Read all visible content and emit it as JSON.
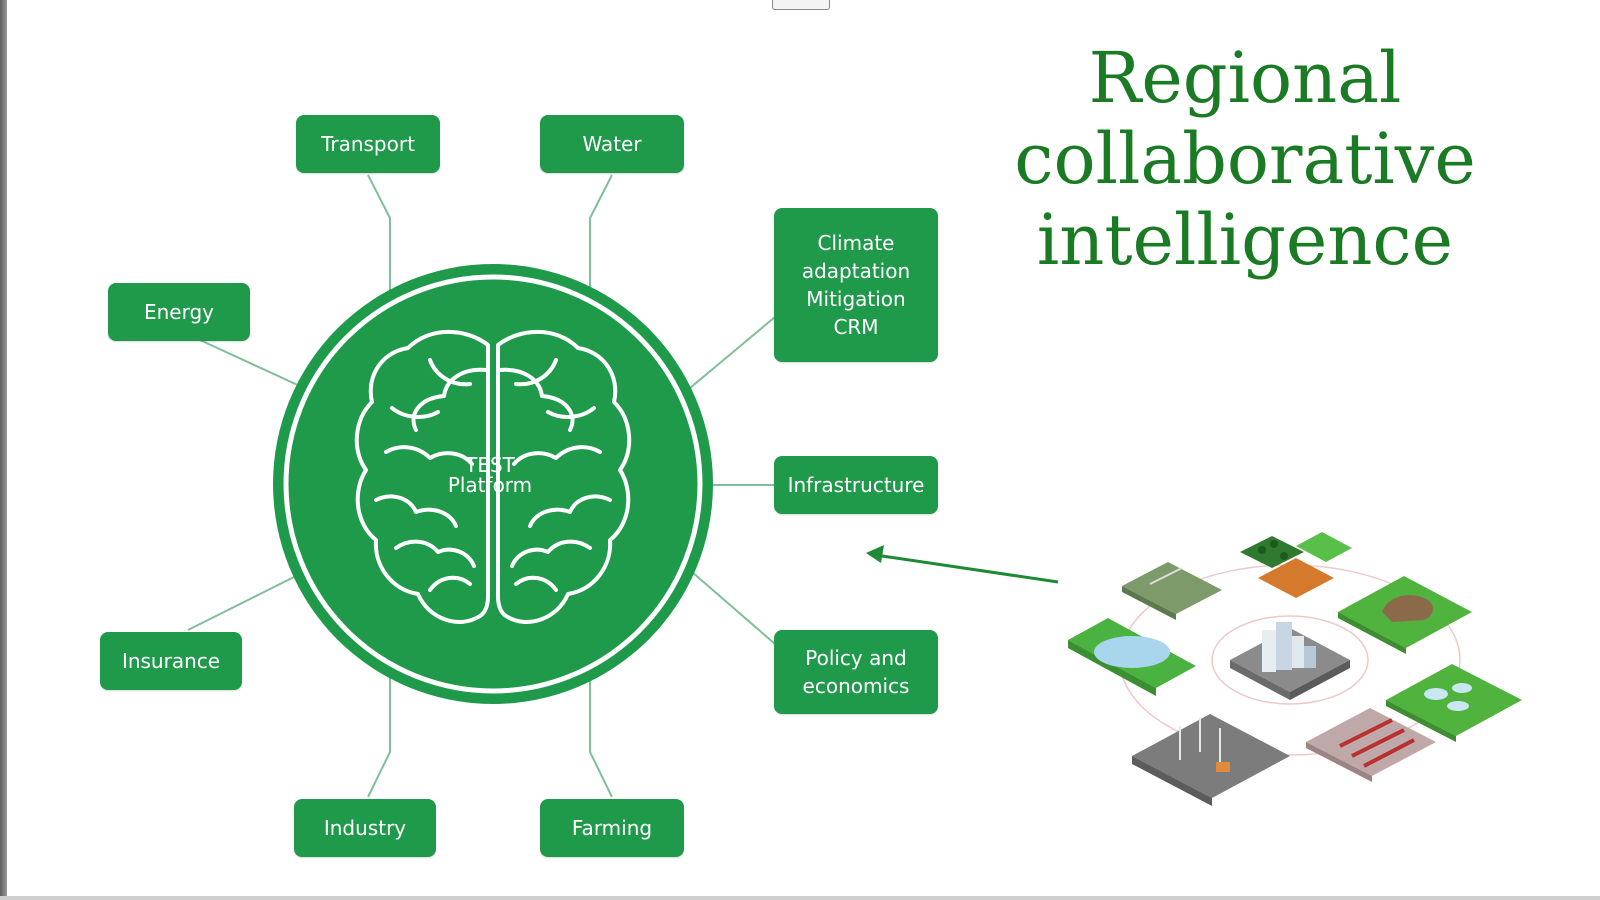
{
  "title": {
    "line1": "Regional",
    "line2": "collaborative",
    "line3": "intelligence"
  },
  "center": {
    "line1": "TEST",
    "line2": "Platform",
    "icon": "brain-icon"
  },
  "nodes": {
    "transport": "Transport",
    "water": "Water",
    "energy": "Energy",
    "climate": "Climate\nadaptation\nMitigation\nCRM",
    "infrastructure": "Infrastructure",
    "insurance": "Insurance",
    "policy": "Policy and\neconomics",
    "industry": "Industry",
    "farming": "Farming"
  },
  "illustration": {
    "icon": "regional-landscape-illustration",
    "tiles": [
      "city",
      "lake",
      "rock",
      "wind-farm",
      "solar-farm",
      "ponds",
      "crop-field",
      "orchard",
      "power-lines"
    ]
  },
  "colors": {
    "node": "#1f9a4b",
    "title": "#1b7b25",
    "connector": "#7fbf9a",
    "arrow": "#1e8a34"
  }
}
